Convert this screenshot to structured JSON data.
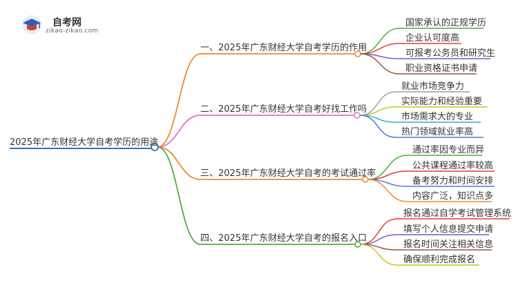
{
  "logo": {
    "name": "自考网",
    "domain": "zikao-zikao.com"
  },
  "mindmap": {
    "root": "2025年广东财经大学自考学历的用途",
    "branches": [
      {
        "label": "一、2025年广东财经大学自考学历的作用",
        "color": "#ee8a2d",
        "leaves": [
          {
            "text": "国家承认的正规学历",
            "color": "#4caf3c"
          },
          {
            "text": "企业认可度高",
            "color": "#e53935"
          },
          {
            "text": "可报考公务员和研究生",
            "color": "#7e57c2"
          },
          {
            "text": "职业资格证书申请",
            "color": "#8d5a3f"
          }
        ]
      },
      {
        "label": "二、2025年广东财经大学自考好找工作吗",
        "color": "#e26fd0",
        "leaves": [
          {
            "text": "就业市场竞争力",
            "color": "#9e9e9e"
          },
          {
            "text": "实际能力和经验重要",
            "color": "#c8c21e"
          },
          {
            "text": "市场需求大的专业",
            "color": "#26b5c8"
          },
          {
            "text": "热门领域就业率高",
            "color": "#4b7bd6"
          }
        ]
      },
      {
        "label": "三、2025年广东财经大学自考的考试通过率",
        "color": "#ee8a2d",
        "leaves": [
          {
            "text": "通过率因专业而异",
            "color": "#4caf3c"
          },
          {
            "text": "公共课程通过率较高",
            "color": "#e53935"
          },
          {
            "text": "备考努力和时间安排",
            "color": "#4b7bd6"
          },
          {
            "text": "内容广泛，知识点多",
            "color": "#ee8a2d"
          }
        ]
      },
      {
        "label": "四、2025年广东财经大学自考的报名入口",
        "color": "#4caf3c",
        "leaves": [
          {
            "text": "报名通过自学考试管理系统",
            "color": "#e53935"
          },
          {
            "text": "填写个人信息提交申请",
            "color": "#7e57c2"
          },
          {
            "text": "报名时间关注相关信息",
            "color": "#8d5a3f"
          },
          {
            "text": "确保顺利完成报名",
            "color": "#c8c21e"
          }
        ]
      }
    ]
  },
  "colors": {
    "root_line": "#3a6fb0"
  }
}
